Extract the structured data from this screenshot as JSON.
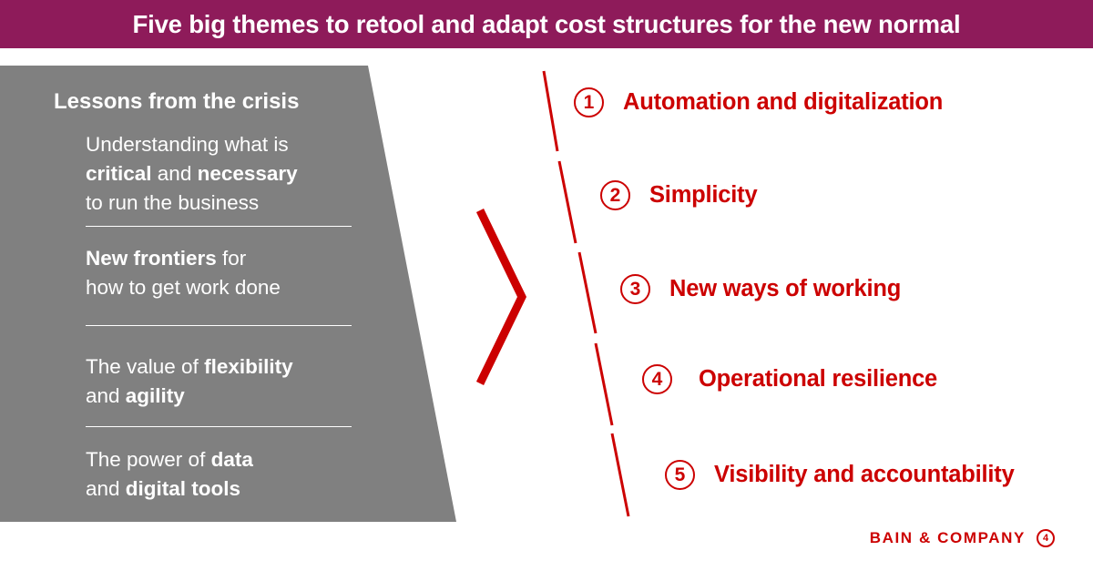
{
  "title": "Five big themes to retool and adapt cost structures for the new normal",
  "lessons": {
    "heading": "Lessons from the crisis",
    "items": [
      {
        "lines": [
          [
            {
              "t": "Understanding what is",
              "b": false
            }
          ],
          [
            {
              "t": "critical",
              "b": true
            },
            {
              "t": " and ",
              "b": false
            },
            {
              "t": "necessary",
              "b": true
            }
          ],
          [
            {
              "t": "to run the business",
              "b": false
            }
          ]
        ]
      },
      {
        "lines": [
          [
            {
              "t": "New frontiers",
              "b": true
            },
            {
              "t": " for",
              "b": false
            }
          ],
          [
            {
              "t": "how to get work done",
              "b": false
            }
          ]
        ]
      },
      {
        "lines": [
          [
            {
              "t": "The value of ",
              "b": false
            },
            {
              "t": "flexibility",
              "b": true
            }
          ],
          [
            {
              "t": "and ",
              "b": false
            },
            {
              "t": "agility",
              "b": true
            }
          ]
        ]
      },
      {
        "lines": [
          [
            {
              "t": "The power of ",
              "b": false
            },
            {
              "t": "data",
              "b": true
            }
          ],
          [
            {
              "t": "and ",
              "b": false
            },
            {
              "t": "digital tools",
              "b": true
            }
          ]
        ]
      }
    ]
  },
  "themes": [
    {
      "num": "1",
      "label": "Automation and digitalization"
    },
    {
      "num": "2",
      "label": "Simplicity"
    },
    {
      "num": "3",
      "label": "New ways of working"
    },
    {
      "num": "4",
      "label": "Operational resilience"
    },
    {
      "num": "5",
      "label": "Visibility and accountability"
    }
  ],
  "logo": {
    "text": "BAIN & COMPANY",
    "mark": "4"
  },
  "colors": {
    "banner": "#8e1b5a",
    "panel": "#808080",
    "accent": "#cc0000",
    "text_on_dark": "#ffffff"
  }
}
